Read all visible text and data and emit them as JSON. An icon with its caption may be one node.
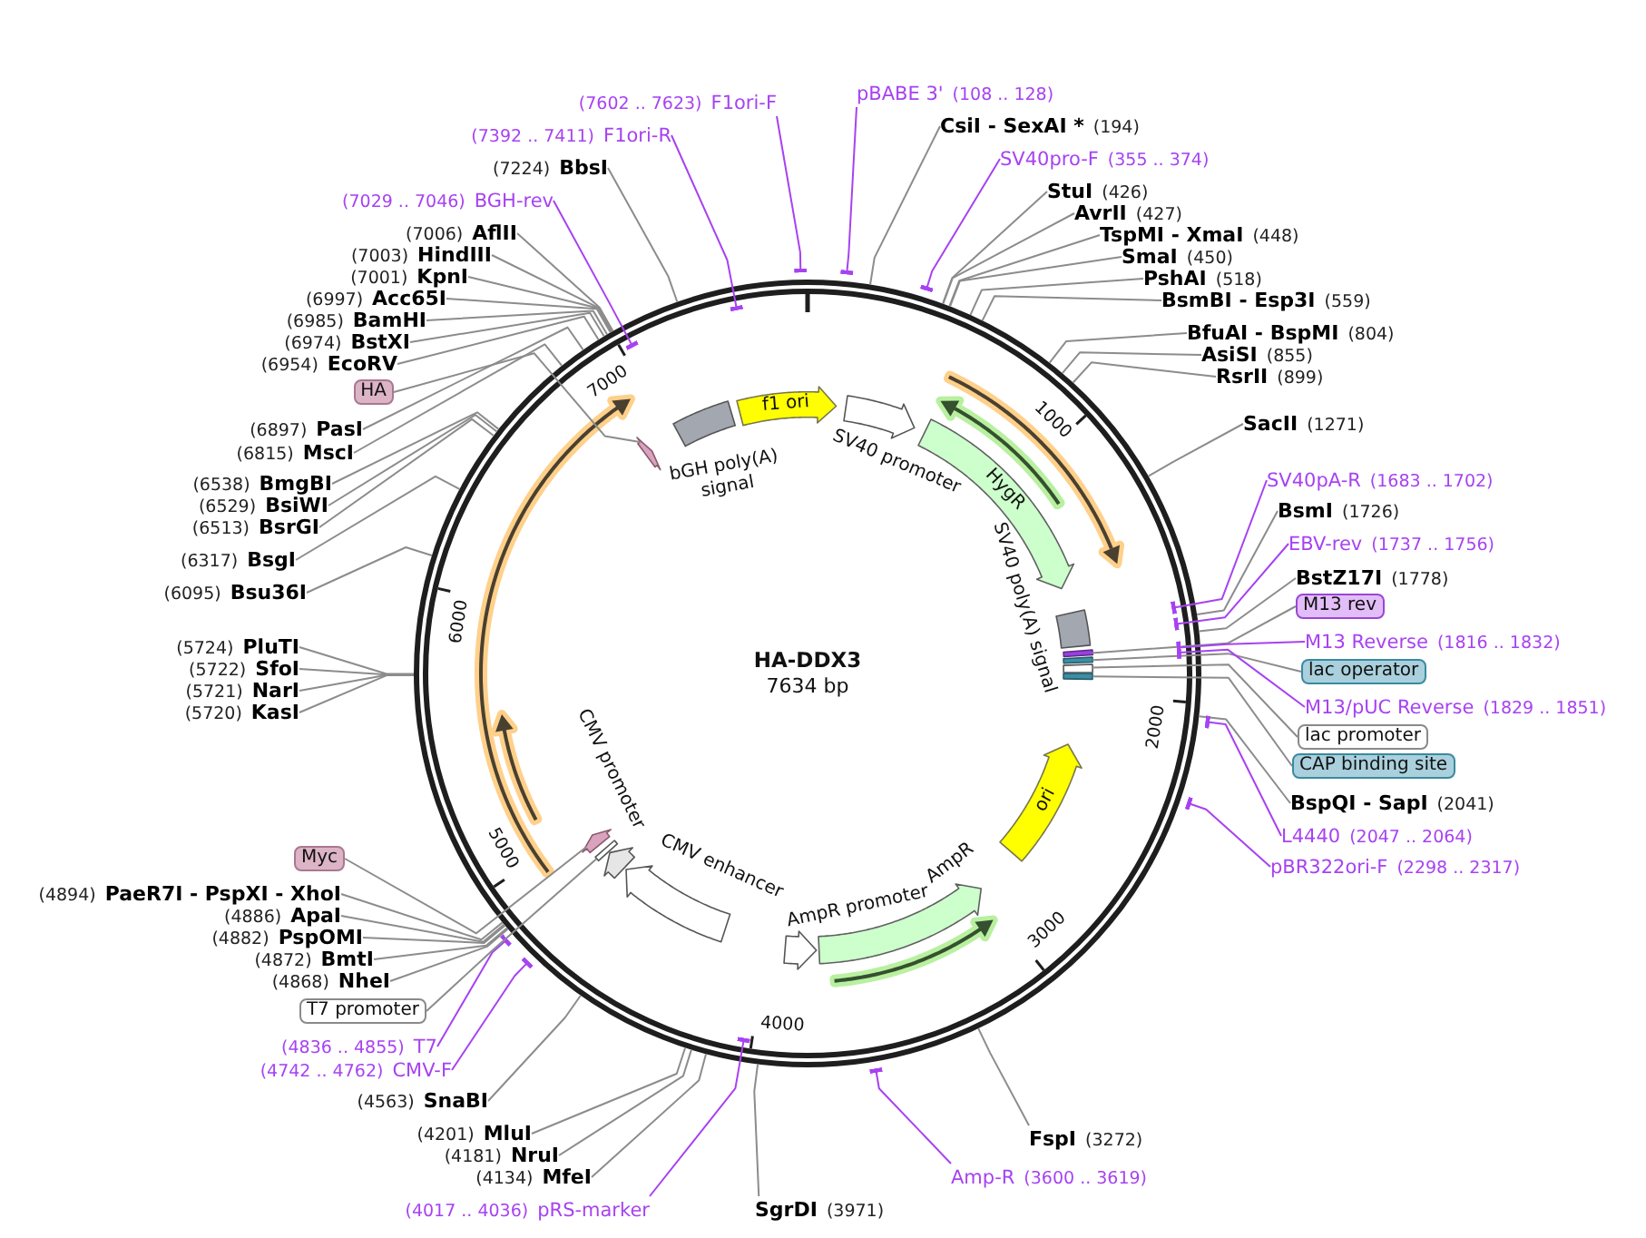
{
  "diagram": {
    "nodes": [
      {
        "text": [
          "HA-DDX3",
          "7634 bp"
        ]
      },
      {
        "text": [
          "f1 ori"
        ],
        "in": 0
      },
      {
        "text": [],
        "shape": "arrow",
        "beside": [
          "SV40 promoter"
        ],
        "in": 0
      },
      {
        "text": [
          "HygR"
        ],
        "in": 0
      },
      {
        "text": [],
        "shape": "box",
        "beside": [
          "SV40 poly(A) signal"
        ],
        "in": 0
      },
      {
        "text": [],
        "shape": "bar",
        "in": 0
      },
      {
        "text": [],
        "shape": "bar",
        "in": 0
      },
      {
        "text": [],
        "shape": "bar",
        "in": 0
      },
      {
        "text": [],
        "shape": "bar",
        "in": 0
      },
      {
        "text": [
          "ori"
        ],
        "in": 0
      },
      {
        "text": [],
        "shape": "arrow",
        "beside": [
          "AmpR"
        ],
        "in": 0
      },
      {
        "text": [],
        "shape": "arrow",
        "beside": [
          "AmpR promoter"
        ],
        "in": 0
      },
      {
        "text": [],
        "shape": "arrow",
        "beside": [
          "CMV enhancer"
        ],
        "in": 0
      },
      {
        "text": [],
        "shape": "arrow",
        "in": 0
      },
      {
        "text": [],
        "shape": "bar",
        "in": 0
      },
      {
        "text": [],
        "shape": "arrow",
        "in": 0
      },
      {
        "text": [],
        "shape": "arrow",
        "in": 0
      },
      {
        "text": [],
        "shape": "box",
        "beside": [
          "bGH poly(A) signal"
        ],
        "in": 0
      },
      {
        "text": [
          "pBABE 3'",
          "(108 .. 128)"
        ]
      },
      {
        "text": [
          "CsiI - SexAI *",
          "(194)"
        ]
      },
      {
        "text": [
          "SV40pro-F",
          "(355 .. 374)"
        ]
      },
      {
        "text": [
          "StuI",
          "(426)"
        ]
      },
      {
        "text": [
          "AvrII",
          "(427)"
        ]
      },
      {
        "text": [
          "TspMI - XmaI",
          "(448)"
        ]
      },
      {
        "text": [
          "SmaI",
          "(450)"
        ]
      },
      {
        "text": [
          "PshAI",
          "(518)"
        ]
      },
      {
        "text": [
          "BsmBI - Esp3I",
          "(559)"
        ]
      },
      {
        "text": [
          "BfuAI - BspMI",
          "(804)"
        ]
      },
      {
        "text": [
          "AsiSI",
          "(855)"
        ]
      },
      {
        "text": [
          "RsrII",
          "(899)"
        ]
      },
      {
        "text": [
          "SacII",
          "(1271)"
        ]
      },
      {
        "text": [
          "SV40pA-R",
          "(1683 .. 1702)"
        ]
      },
      {
        "text": [
          "BsmI",
          "(1726)"
        ]
      },
      {
        "text": [
          "EBV-rev",
          "(1737 .. 1756)"
        ]
      },
      {
        "text": [
          "BstZ17I",
          "(1778)"
        ]
      },
      {
        "text": [
          "M13 rev"
        ]
      },
      {
        "text": [
          "M13 Reverse",
          "(1816 .. 1832)"
        ]
      },
      {
        "text": [
          "lac operator"
        ]
      },
      {
        "text": [
          "M13/pUC Reverse",
          "(1829 .. 1851)"
        ]
      },
      {
        "text": [
          "lac promoter"
        ]
      },
      {
        "text": [
          "CAP binding site"
        ]
      },
      {
        "text": [
          "BspQI - SapI",
          "(2041)"
        ]
      },
      {
        "text": [
          "L4440",
          "(2047 .. 2064)"
        ]
      },
      {
        "text": [
          "pBR322ori-F",
          "(2298 .. 2317)"
        ]
      },
      {
        "text": [
          "FspI",
          "(3272)"
        ]
      },
      {
        "text": [
          "Amp-R",
          "(3600 .. 3619)"
        ]
      },
      {
        "text": [
          "SgrDI",
          "(3971)"
        ]
      },
      {
        "text": [
          "(4017 .. 4036)",
          "pRS-marker"
        ]
      },
      {
        "text": [
          "(4134)",
          "MfeI"
        ]
      },
      {
        "text": [
          "(4181)",
          "NruI"
        ]
      },
      {
        "text": [
          "(4201)",
          "MluI"
        ]
      },
      {
        "text": [
          "(4563)",
          "SnaBI"
        ]
      },
      {
        "text": [
          "(4742 .. 4762)",
          "CMV-F"
        ]
      },
      {
        "text": [
          "(4836 .. 4855)",
          "T7"
        ]
      },
      {
        "text": [
          "T7 promoter"
        ]
      },
      {
        "text": [
          "(4868)",
          "NheI"
        ]
      },
      {
        "text": [
          "(4872)",
          "BmtI"
        ]
      },
      {
        "text": [
          "(4882)",
          "PspOMI"
        ]
      },
      {
        "text": [
          "(4886)",
          "ApaI"
        ]
      },
      {
        "text": [
          "(4894)",
          "PaeR7I - PspXI - XhoI"
        ]
      },
      {
        "text": [
          "Myc"
        ]
      },
      {
        "text": [
          "(5720)",
          "KasI"
        ]
      },
      {
        "text": [
          "(5721)",
          "NarI"
        ]
      },
      {
        "text": [
          "(5722)",
          "SfoI"
        ]
      },
      {
        "text": [
          "(5724)",
          "PluTI"
        ]
      },
      {
        "text": [
          "(6095)",
          "Bsu36I"
        ]
      },
      {
        "text": [
          "(6317)",
          "BsgI"
        ]
      },
      {
        "text": [
          "(6513)",
          "BsrGI"
        ]
      },
      {
        "text": [
          "(6529)",
          "BsiWI"
        ]
      },
      {
        "text": [
          "(6538)",
          "BmgBI"
        ]
      },
      {
        "text": [
          "(6815)",
          "MscI"
        ]
      },
      {
        "text": [
          "(6897)",
          "PasI"
        ]
      },
      {
        "text": [
          "HA"
        ]
      },
      {
        "text": [
          "(6954)",
          "EcoRV"
        ]
      },
      {
        "text": [
          "(6974)",
          "BstXI"
        ]
      },
      {
        "text": [
          "(6985)",
          "BamHI"
        ]
      },
      {
        "text": [
          "(6997)",
          "Acc65I"
        ]
      },
      {
        "text": [
          "(7001)",
          "KpnI"
        ]
      },
      {
        "text": [
          "(7003)",
          "HindIII"
        ]
      },
      {
        "text": [
          "(7006)",
          "AflII"
        ]
      },
      {
        "text": [
          "(7029 .. 7046)",
          "BGH-rev"
        ]
      },
      {
        "text": [
          "(7224)",
          "BbsI"
        ]
      },
      {
        "text": [
          "(7392 .. 7411)",
          "F1ori-R"
        ]
      },
      {
        "text": [
          "(7602 .. 7623)",
          "F1ori-F"
        ]
      }
    ],
    "edges": [
      {
        "from": 18,
        "to": 0,
        "arrow": "other",
        "color": "#a742f2"
      },
      {
        "from": 19,
        "to": 0,
        "arrow": "none"
      },
      {
        "from": 20,
        "to": 0,
        "arrow": "other",
        "color": "#a742f2"
      },
      {
        "from": 21,
        "to": 0,
        "arrow": "none"
      },
      {
        "from": 22,
        "to": 0,
        "arrow": "none"
      },
      {
        "from": 23,
        "to": 0,
        "arrow": "none"
      },
      {
        "from": 24,
        "to": 0,
        "arrow": "none"
      },
      {
        "from": 25,
        "to": 0,
        "arrow": "none"
      },
      {
        "from": 26,
        "to": 0,
        "arrow": "none"
      },
      {
        "from": 27,
        "to": 0,
        "arrow": "none"
      },
      {
        "from": 28,
        "to": 0,
        "arrow": "none"
      },
      {
        "from": 29,
        "to": 0,
        "arrow": "none"
      },
      {
        "from": 30,
        "to": 0,
        "arrow": "none"
      },
      {
        "from": 31,
        "to": 0,
        "arrow": "other",
        "color": "#a742f2"
      },
      {
        "from": 32,
        "to": 0,
        "arrow": "none"
      },
      {
        "from": 33,
        "to": 0,
        "arrow": "other",
        "color": "#a742f2"
      },
      {
        "from": 34,
        "to": 0,
        "arrow": "none"
      },
      {
        "from": 35,
        "to": 5,
        "arrow": "none"
      },
      {
        "from": 36,
        "to": 0,
        "arrow": "other",
        "color": "#a742f2"
      },
      {
        "from": 37,
        "to": 6,
        "arrow": "none"
      },
      {
        "from": 38,
        "to": 0,
        "arrow": "other",
        "color": "#a742f2"
      },
      {
        "from": 39,
        "to": 7,
        "arrow": "none"
      },
      {
        "from": 40,
        "to": 8,
        "arrow": "none"
      },
      {
        "from": 41,
        "to": 0,
        "arrow": "none"
      },
      {
        "from": 42,
        "to": 0,
        "arrow": "other",
        "color": "#a742f2"
      },
      {
        "from": 43,
        "to": 0,
        "arrow": "other",
        "color": "#a742f2"
      },
      {
        "from": 44,
        "to": 0,
        "arrow": "none"
      },
      {
        "from": 45,
        "to": 0,
        "arrow": "other",
        "color": "#a742f2"
      },
      {
        "from": 46,
        "to": 0,
        "arrow": "none"
      },
      {
        "from": 47,
        "to": 0,
        "arrow": "other",
        "color": "#a742f2"
      },
      {
        "from": 48,
        "to": 0,
        "arrow": "none"
      },
      {
        "from": 49,
        "to": 0,
        "arrow": "none"
      },
      {
        "from": 50,
        "to": 0,
        "arrow": "none"
      },
      {
        "from": 51,
        "to": 0,
        "arrow": "none"
      },
      {
        "from": 52,
        "to": 0,
        "arrow": "other",
        "color": "#a742f2"
      },
      {
        "from": 53,
        "to": 0,
        "arrow": "other",
        "color": "#a742f2"
      },
      {
        "from": 54,
        "to": 14,
        "arrow": "none"
      },
      {
        "from": 55,
        "to": 0,
        "arrow": "none"
      },
      {
        "from": 56,
        "to": 0,
        "arrow": "none"
      },
      {
        "from": 57,
        "to": 0,
        "arrow": "none"
      },
      {
        "from": 58,
        "to": 0,
        "arrow": "none"
      },
      {
        "from": 59,
        "to": 0,
        "arrow": "none"
      },
      {
        "from": 60,
        "to": 15,
        "arrow": "none"
      },
      {
        "from": 61,
        "to": 0,
        "arrow": "none"
      },
      {
        "from": 62,
        "to": 0,
        "arrow": "none"
      },
      {
        "from": 63,
        "to": 0,
        "arrow": "none"
      },
      {
        "from": 64,
        "to": 0,
        "arrow": "none"
      },
      {
        "from": 65,
        "to": 0,
        "arrow": "none"
      },
      {
        "from": 66,
        "to": 0,
        "arrow": "none"
      },
      {
        "from": 67,
        "to": 0,
        "arrow": "none"
      },
      {
        "from": 68,
        "to": 0,
        "arrow": "none"
      },
      {
        "from": 69,
        "to": 0,
        "arrow": "none"
      },
      {
        "from": 70,
        "to": 0,
        "arrow": "none"
      },
      {
        "from": 71,
        "to": 0,
        "arrow": "none"
      },
      {
        "from": 72,
        "to": 16,
        "arrow": "none"
      },
      {
        "from": 73,
        "to": 0,
        "arrow": "none"
      },
      {
        "from": 74,
        "to": 0,
        "arrow": "none"
      },
      {
        "from": 75,
        "to": 0,
        "arrow": "none"
      },
      {
        "from": 76,
        "to": 0,
        "arrow": "none"
      },
      {
        "from": 77,
        "to": 0,
        "arrow": "none"
      },
      {
        "from": 78,
        "to": 0,
        "arrow": "none"
      },
      {
        "from": 79,
        "to": 0,
        "arrow": "none"
      },
      {
        "from": 80,
        "to": 0,
        "arrow": "other",
        "color": "#a742f2"
      },
      {
        "from": 81,
        "to": 0,
        "arrow": "none"
      },
      {
        "from": 82,
        "to": 0,
        "arrow": "other",
        "color": "#a742f2"
      },
      {
        "from": 83,
        "to": 0,
        "arrow": "other",
        "color": "#a742f2"
      }
    ],
    "labels": [
      "1000",
      "2000",
      "3000",
      "4000",
      "5000",
      "6000",
      "7000",
      "CMV promoter"
    ]
  }
}
